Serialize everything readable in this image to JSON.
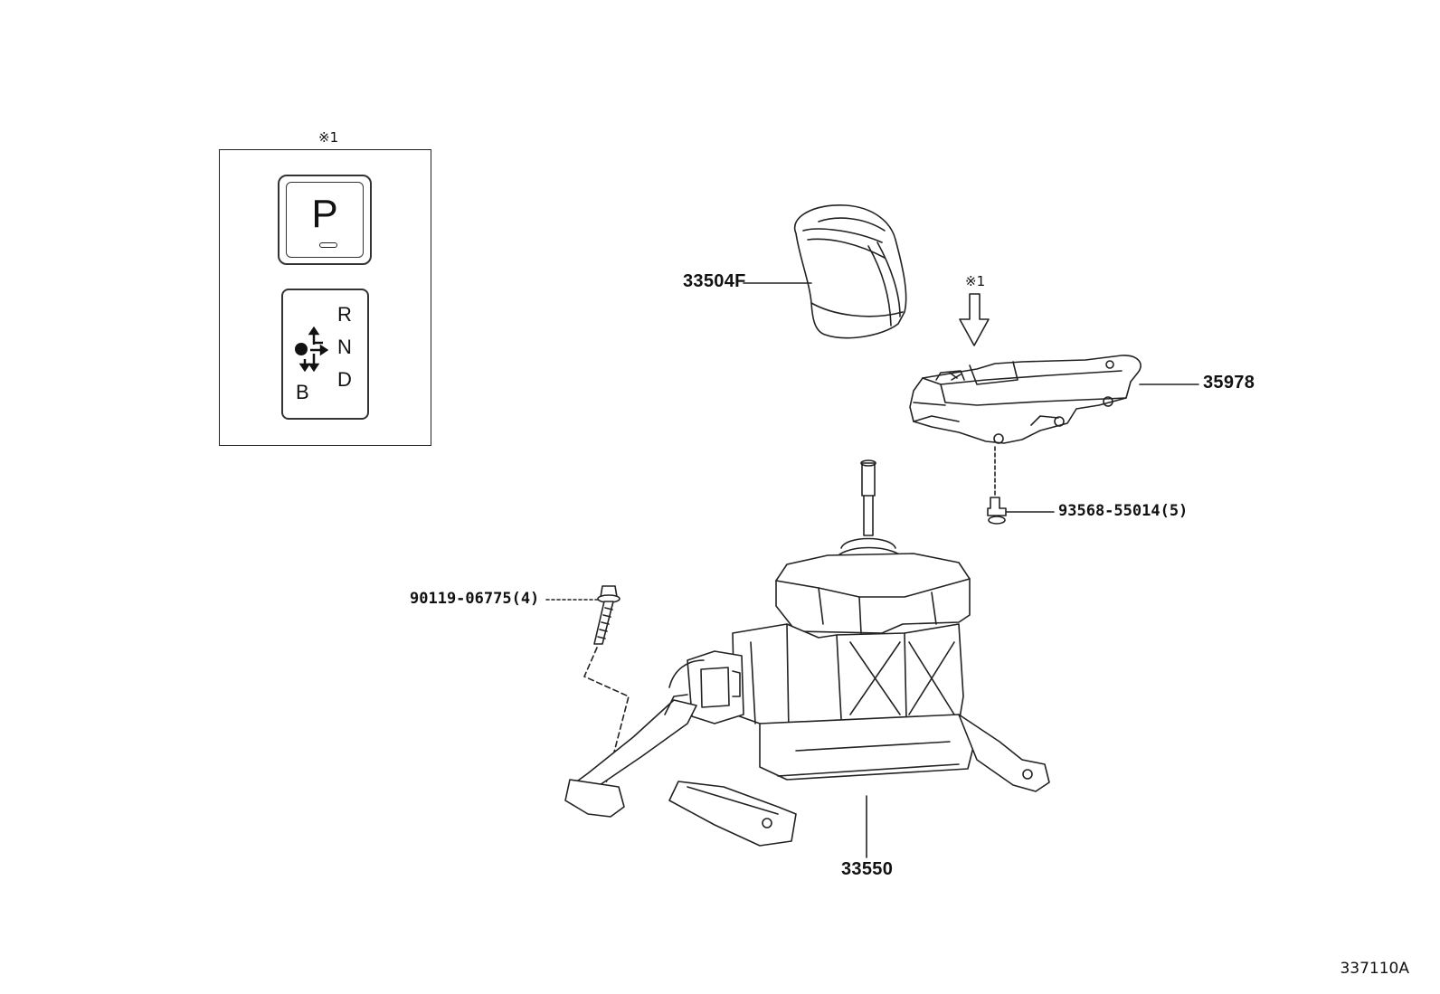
{
  "inset": {
    "note": "※1",
    "p_switch_letter": "P",
    "gears": {
      "r": "R",
      "n": "N",
      "d": "D",
      "b": "B"
    }
  },
  "callouts": {
    "knob": "33504F",
    "switch_note": "※1",
    "switch": "35978",
    "screw": "93568-55014(5)",
    "bolt": "90119-06775(4)",
    "shift_assembly": "33550"
  },
  "reference": "337110A"
}
